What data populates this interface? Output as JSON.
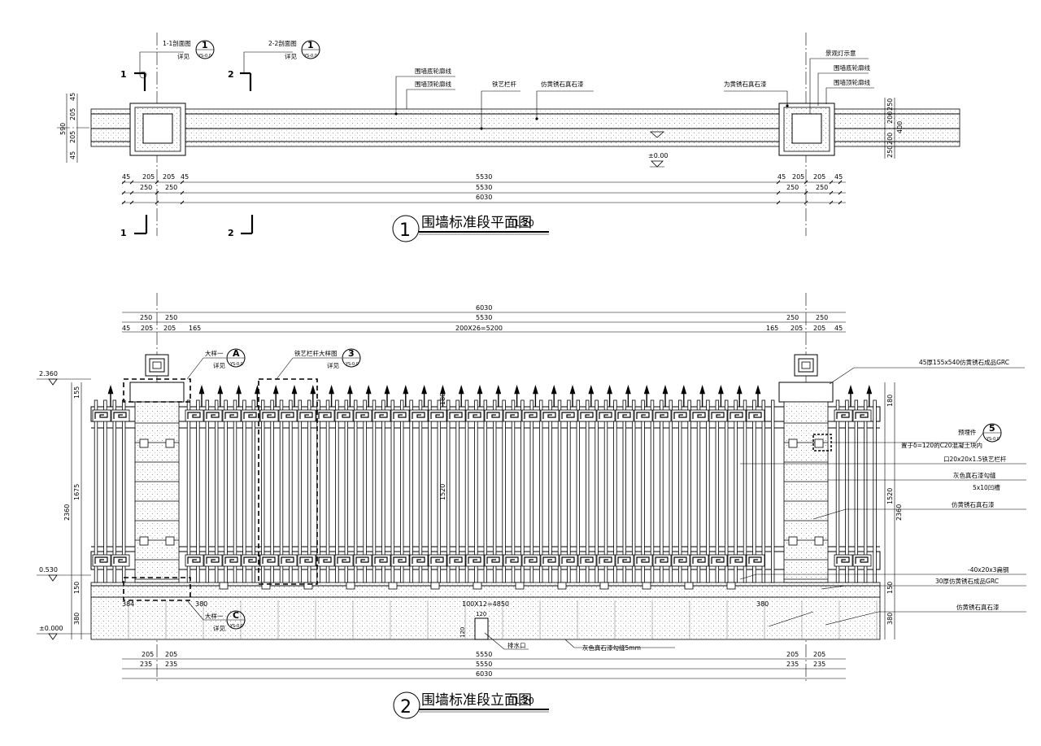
{
  "plan": {
    "title": "围墙标准段平面图",
    "scale": "1:20",
    "index_number": "1",
    "section_markers": [
      {
        "num": "1",
        "label": "1-1剖面图",
        "note": "详见",
        "ref": "1",
        "sheet": "YS-0.0"
      },
      {
        "num": "2",
        "label": "2-2剖面图",
        "note": "详见",
        "ref": "1",
        "sheet": "YS-0.0"
      }
    ],
    "callouts": {
      "base_outline": "围墙底轮廓线",
      "top_outline": "围墙顶轮廓线",
      "iron_rail": "铁艺栏杆",
      "stone_paint": "仿黄锈石真石漆",
      "pier_stone_paint": "为黄锈石真石漆",
      "lamp": "景观灯示意",
      "right_base_outline": "围墙底轮廓线",
      "right_top_outline": "围墙顶轮廓线"
    },
    "elevation_mark": "±0.00",
    "dims_row1": [
      "45",
      "205",
      "205",
      "45",
      "5530",
      "45",
      "205",
      "205",
      "45"
    ],
    "dims_row2": [
      "250",
      "250",
      "5530",
      "250",
      "250"
    ],
    "dims_total": "6030",
    "left_dims": [
      "45",
      "205",
      "590",
      "205",
      "45"
    ],
    "right_dims": [
      "250",
      "200",
      "400",
      "200",
      "250"
    ]
  },
  "elevation": {
    "title": "围墙标准段立面图",
    "scale": "1:20",
    "index_number": "2",
    "top_total": "6030",
    "top_row1": [
      "250",
      "250",
      "5530",
      "250",
      "250"
    ],
    "top_row2": [
      "45",
      "205",
      "205",
      "165",
      "200X26=5200",
      "165",
      "205",
      "205",
      "45"
    ],
    "levels": [
      "2.360",
      "0.530",
      "±0.000"
    ],
    "left_dims": [
      "155",
      "1675",
      "2360",
      "150",
      "380"
    ],
    "right_dims": [
      "180",
      "150",
      "1520",
      "2360",
      "150",
      "380"
    ],
    "inner_dims": [
      "1520",
      "180"
    ],
    "callouts": {
      "cap": "大样一",
      "cap_note": "详见",
      "cap_ref": "A",
      "cap_sheet": "YS-0.0",
      "rail": "铁艺栏杆大样图",
      "rail_note": "详见",
      "rail_ref": "3",
      "rail_sheet": "YS-0.0",
      "base": "大样一",
      "base_note": "详见",
      "base_ref": "C",
      "base_sheet": "YS-0.0",
      "coping": "45厚155x540仿黄锈石成品GRC",
      "embed": "预埋件",
      "embed_ref": "5",
      "embed_sheet": "YS-0.0",
      "embed_note": "置于δ=120的C20混凝土块内",
      "tube": "口20x20x1.5铁艺栏杆",
      "joint": "灰色真石漆勾缝",
      "groove": "5x10凹槽",
      "pier_paint": "仿黄锈石真石漆",
      "steel": "-40x20x3扁钢",
      "grc": "30厚仿黄锈石成品GRC",
      "base_paint": "仿黄锈石真石漆",
      "drain": "排水口",
      "grey_joint": "灰色真石漆勾缝5mm"
    },
    "base_dims": [
      "384",
      "380",
      "380",
      "100X12=4850"
    ],
    "small_dims": [
      "120",
      "120"
    ],
    "bottom_row1": [
      "205",
      "205",
      "5550",
      "205",
      "205"
    ],
    "bottom_row2": [
      "235",
      "235",
      "5550",
      "235",
      "235"
    ],
    "bottom_total": "6030"
  }
}
